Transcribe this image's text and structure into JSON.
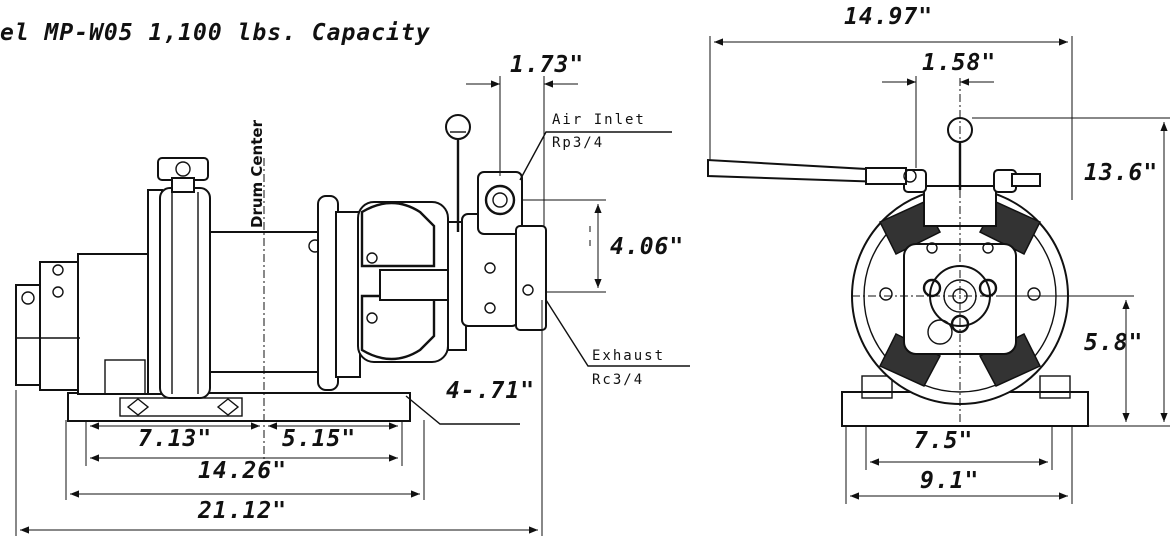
{
  "title": "el MP-W05 1,100 lbs. Capacity",
  "side_view": {
    "drum_center_label": "Drum Center",
    "air_inlet": {
      "label": "Air Inlet",
      "size": "Rp3/4"
    },
    "exhaust": {
      "label": "Exhaust",
      "size": "Rc3/4"
    },
    "dims": {
      "port_offset": "1.73\"",
      "port_height": "4.06\"",
      "mount_holes": "4-.71\"",
      "left_to_center": "7.13\"",
      "center_to_right": "5.15\"",
      "bolt_span": "14.26\"",
      "overall_length": "21.12\""
    }
  },
  "end_view": {
    "dims": {
      "overall_width": "14.97\"",
      "lever_offset": "1.58\"",
      "overall_height": "13.6\"",
      "drum_height": "5.8\"",
      "base_inner": "7.5\"",
      "base_outer": "9.1\""
    }
  }
}
